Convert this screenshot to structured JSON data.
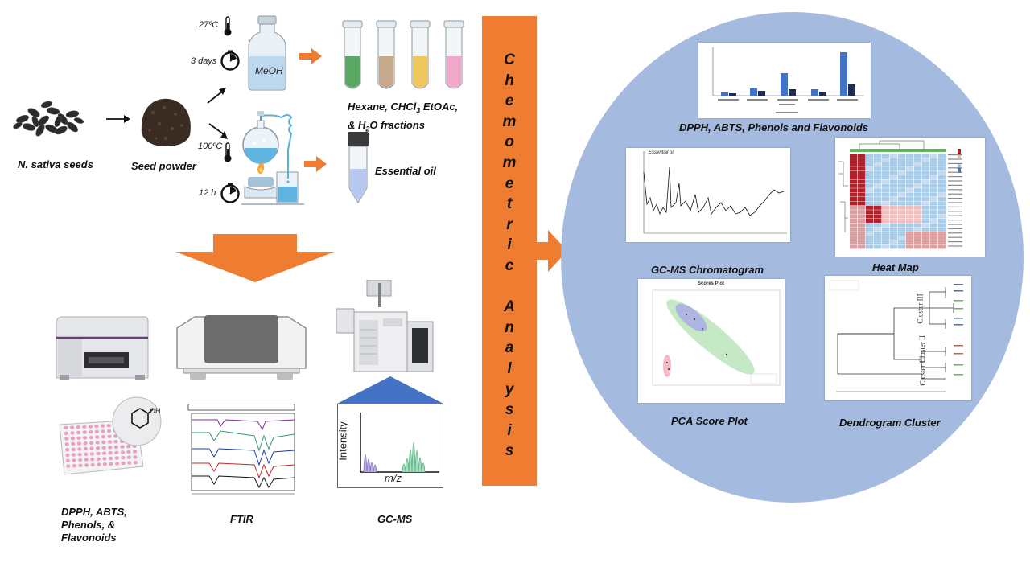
{
  "workflow": {
    "seeds_label": "N. sativa seeds",
    "powder_label": "Seed powder",
    "temp1": "27ºC",
    "duration1": "3 days",
    "solvent": "MeOH",
    "temp2": "100ºC",
    "duration2": "12 h",
    "fractions_line1": "Hexane, CHCl",
    "fractions_sub": "3",
    "fractions_line1b": " EtOAc,",
    "fractions_line2a": "& H",
    "fractions_line2sub": "2",
    "fractions_line2b": "O fractions",
    "essential_oil": "Essential oil"
  },
  "instruments": {
    "dpph_line1": "DPPH,  ABTS,",
    "dpph_line2": "Phenols, &",
    "dpph_line3": "Flavonoids",
    "ftir": "FTIR",
    "gcms": "GC-MS",
    "intensity": "Intensity",
    "mz": "m/z",
    "oh": "OH"
  },
  "central": {
    "word1": [
      "C",
      "h",
      "e",
      "m",
      "o",
      "m",
      "e",
      "t",
      "r",
      "i",
      "c"
    ],
    "word2": [
      "A",
      "n",
      "a",
      "l",
      "y",
      "s",
      "i",
      "s"
    ]
  },
  "results": {
    "dpph_title": "DPPH,  ABTS, Phenols and Flavonoids",
    "gcms_title": "GC-MS Chromatogram",
    "heatmap_title": "Heat Map",
    "pca_title": "PCA Score Plot",
    "dendro_title": "Dendrogram Cluster",
    "chrom_inset_label": "Essential oil",
    "pca_inner_title": "Scores Plot",
    "cluster1": "Cluster I",
    "cluster2": "Cluster II",
    "cluster3": "Cluster III"
  },
  "colors": {
    "orange": "#ee7d31",
    "circle": "#a4badf",
    "blue_triangle": "#4472c4"
  }
}
